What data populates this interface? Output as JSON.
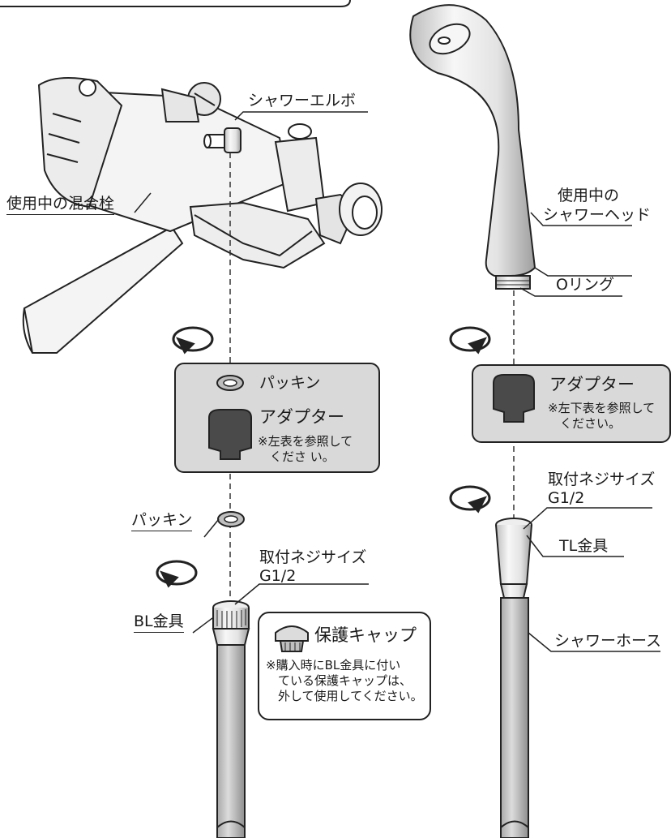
{
  "left": {
    "faucet_label": "使用中の混合栓",
    "elbow_label": "シャワーエルボ",
    "box": {
      "packing_label": "パッキン",
      "adapter_label": "アダプター",
      "adapter_note": "※左表を参照して\n　くださ い。"
    },
    "packing_label": "パッキン",
    "thread_label": "取付ネジサイズ",
    "thread_size": "G1/2",
    "fitting_label": "BL金具",
    "cap_box": {
      "title": "保護キャップ",
      "note": "※購入時にBL金具に付い\n　ている保護キャップは、\n　外して使用してください。"
    }
  },
  "right": {
    "head_label_1": "使用中の",
    "head_label_2": "シャワーヘッド",
    "oring_label": "Oリング",
    "box": {
      "adapter_label": "アダプター",
      "adapter_note": "※左下表を参照して\n　ください。"
    },
    "thread_label": "取付ネジサイズ",
    "thread_size": "G1/2",
    "fitting_label": "TL金具",
    "hose_label": "シャワーホース"
  },
  "colors": {
    "line": "#222222",
    "box_fill": "#d9d9d9",
    "adapter": "#4a4a4a",
    "metal_light": "#f2f2f2",
    "metal_mid": "#cfcfcf"
  }
}
